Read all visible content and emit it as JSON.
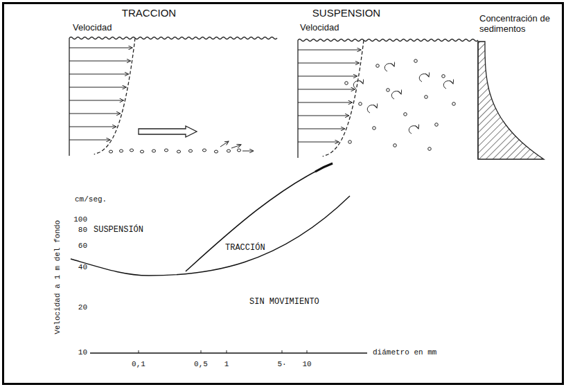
{
  "diagram": {
    "labels": [
      "TRACCION",
      "Velocidad",
      "SUSPENSION",
      "Velocidad",
      "Concentración de sedimentos",
      "cm/seg.",
      "100",
      "80",
      "60",
      "40",
      "20",
      "10",
      "Velocidad a 1 m del fondo",
      "SUSPENSIÓN",
      "TRACCIÓN",
      "SIN MOVIMIENTO",
      "diámetro en mm",
      "0,1",
      "0,5",
      "1",
      "5·",
      "10"
    ]
  }
}
